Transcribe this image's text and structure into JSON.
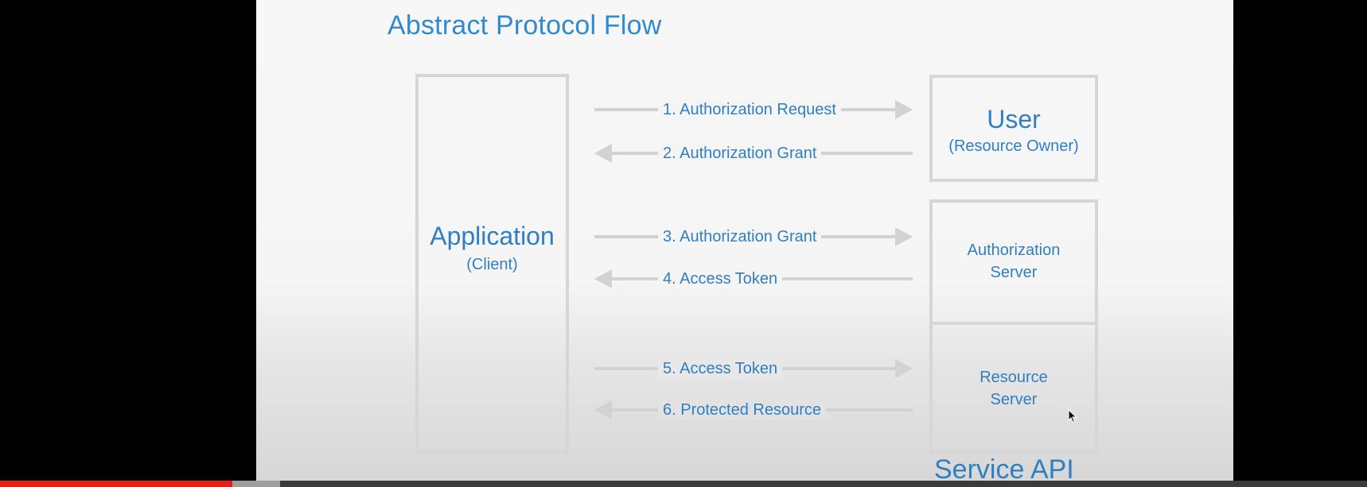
{
  "slide": {
    "title": "Abstract Protocol Flow",
    "application": {
      "title": "Application",
      "subtitle": "(Client)"
    },
    "user": {
      "title": "User",
      "subtitle": "(Resource Owner)"
    },
    "auth_server": {
      "line1": "Authorization",
      "line2": "Server"
    },
    "resource_server": {
      "line1": "Resource",
      "line2": "Server"
    },
    "service_api": "Service API",
    "steps": [
      {
        "label": "1. Authorization Request",
        "direction": "right"
      },
      {
        "label": "2. Authorization Grant",
        "direction": "left"
      },
      {
        "label": "3. Authorization Grant",
        "direction": "right"
      },
      {
        "label": "4. Access Token",
        "direction": "left"
      },
      {
        "label": "5. Access Token",
        "direction": "right"
      },
      {
        "label": "6. Protected Resource",
        "direction": "left"
      }
    ]
  },
  "player": {
    "progress_fraction": 0.17,
    "buffer_fraction": 0.205
  },
  "colors": {
    "title": "#2f8ad1",
    "text": "#2f7fc2",
    "arrow": "#d2d2d2",
    "box_border": "#d6d6d6",
    "progress": "#e41e17"
  }
}
